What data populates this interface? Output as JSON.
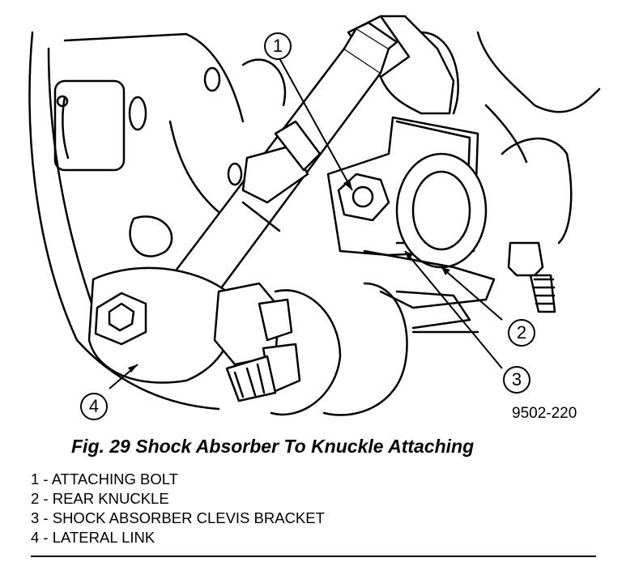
{
  "callouts": [
    "1",
    "2",
    "3",
    "4"
  ],
  "figure_code": "9502-220",
  "caption": "Fig. 29 Shock Absorber To Knuckle Attaching",
  "legend": [
    "1 - ATTACHING BOLT",
    "2 - REAR KNUCKLE",
    "3 - SHOCK ABSORBER CLEVIS BRACKET",
    "4 - LATERAL LINK"
  ]
}
